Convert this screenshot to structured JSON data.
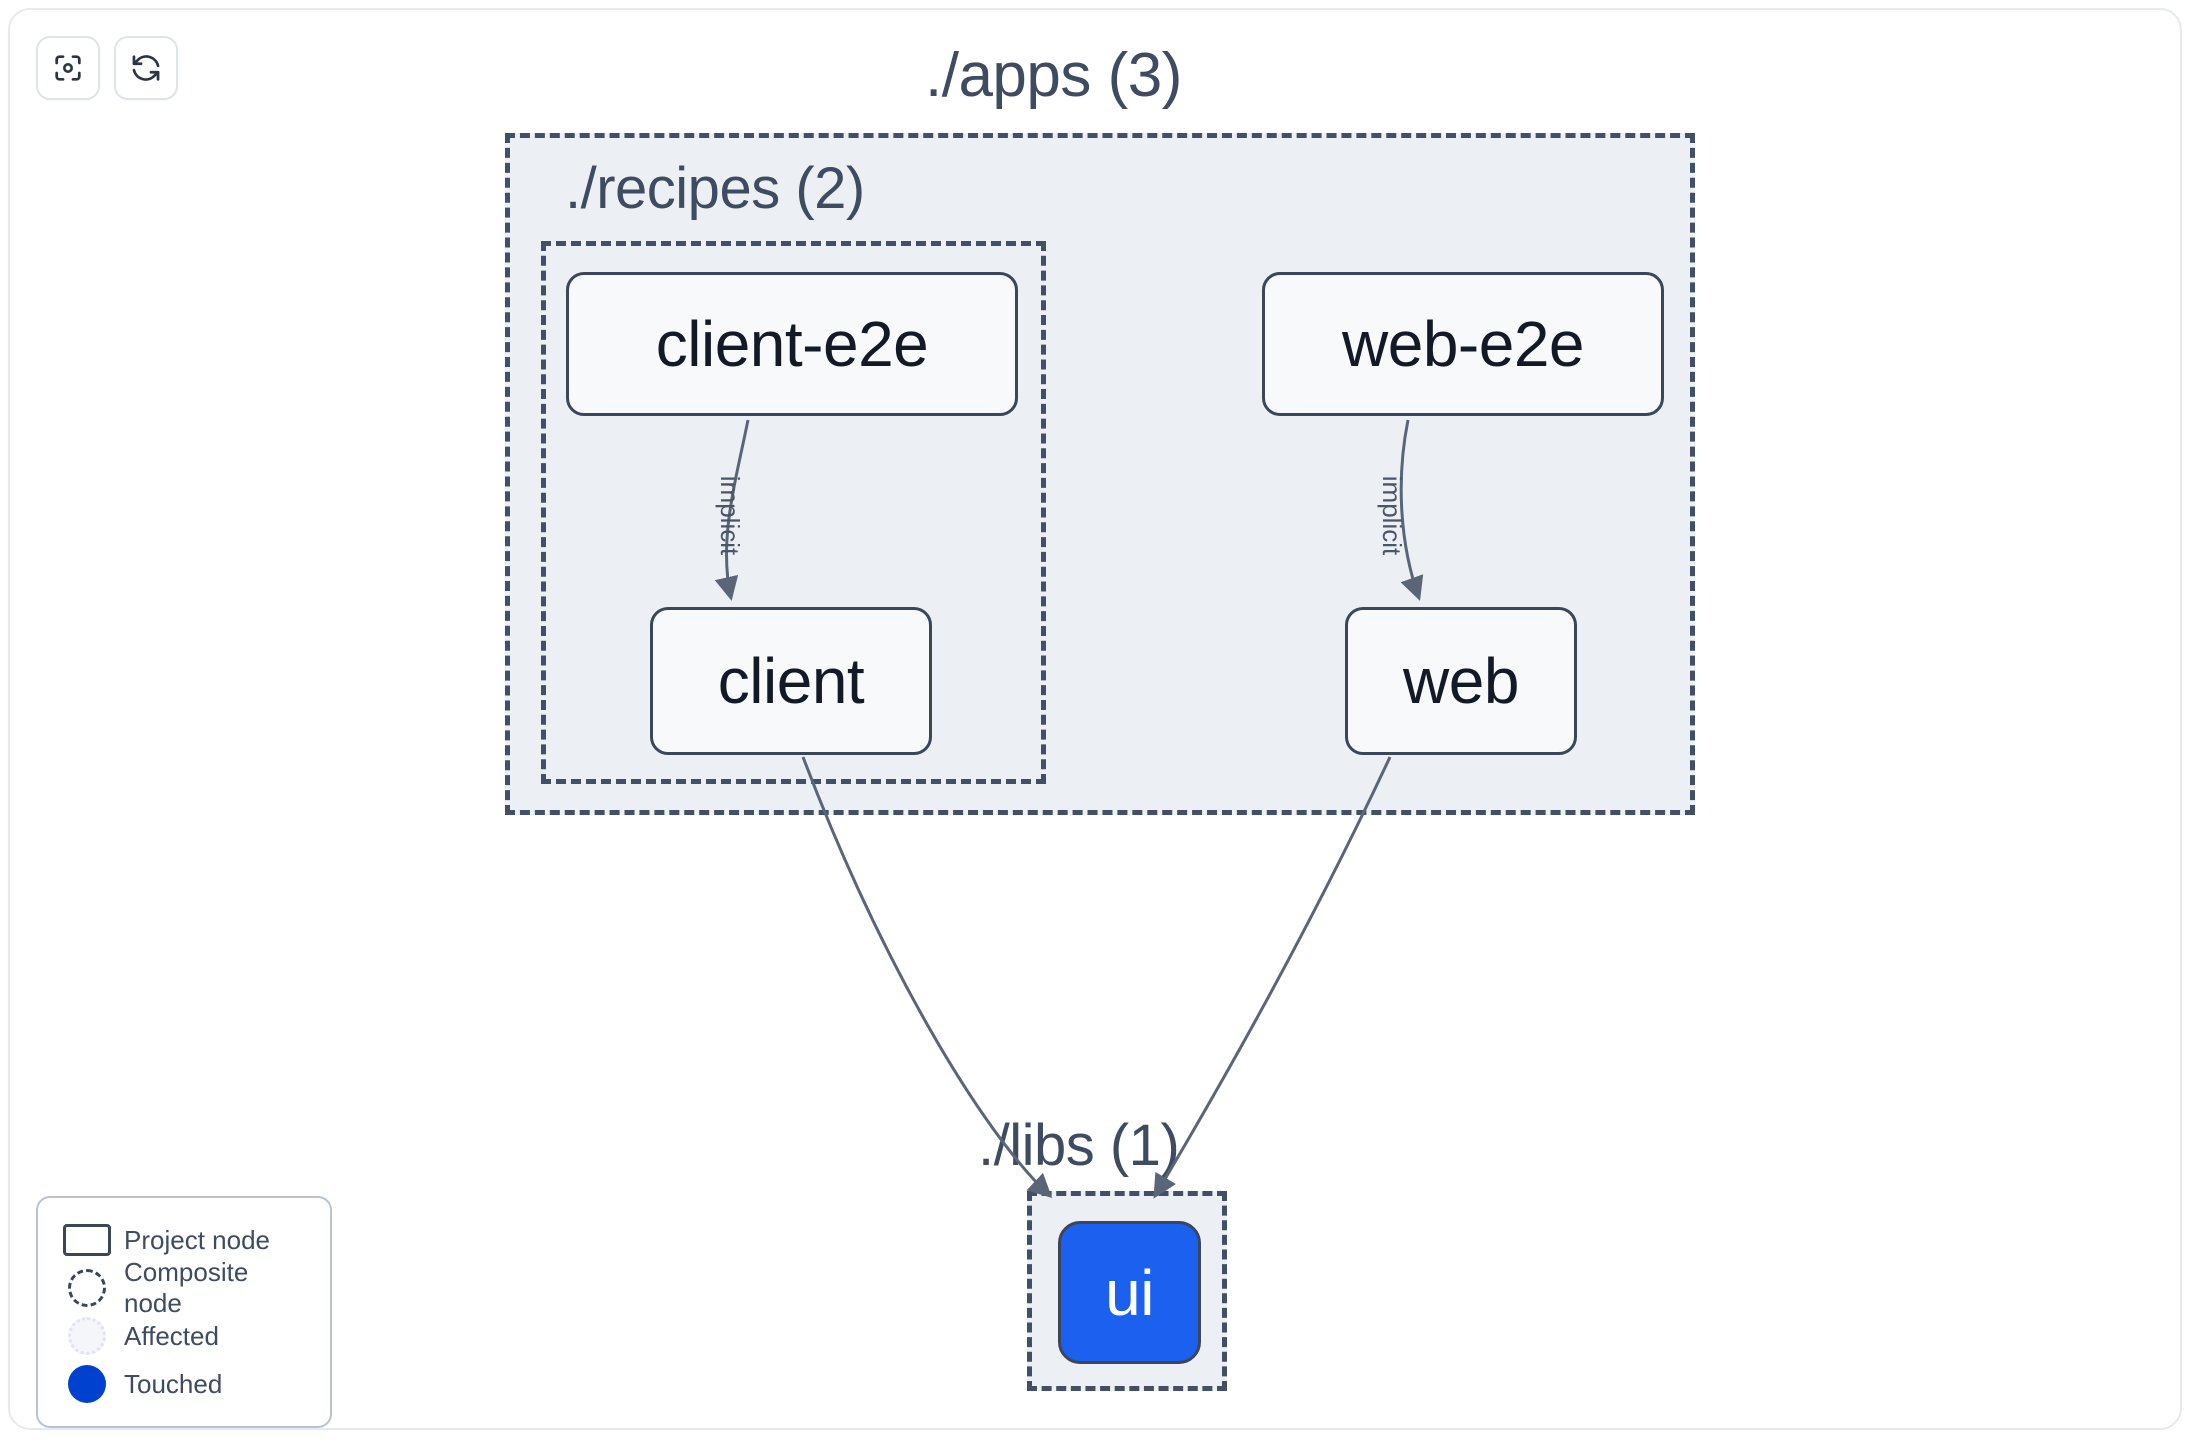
{
  "toolbar": {
    "buttons": [
      {
        "name": "focus-graph-button",
        "icon": "focus-target-icon",
        "label": ""
      },
      {
        "name": "refresh-graph-button",
        "icon": "refresh-icon",
        "label": ""
      }
    ]
  },
  "graph": {
    "groups": [
      {
        "id": "apps",
        "label": "./apps (3)",
        "count": 3,
        "kind": "composite"
      },
      {
        "id": "recipes",
        "label": "./recipes (2)",
        "count": 2,
        "kind": "composite"
      },
      {
        "id": "libs",
        "label": "./libs (1)",
        "count": 1,
        "kind": "composite"
      }
    ],
    "nodes": [
      {
        "id": "client-e2e",
        "label": "client-e2e",
        "group": "recipes",
        "state": "project"
      },
      {
        "id": "client",
        "label": "client",
        "group": "recipes",
        "state": "project"
      },
      {
        "id": "web-e2e",
        "label": "web-e2e",
        "group": "apps",
        "state": "project"
      },
      {
        "id": "web",
        "label": "web",
        "group": "apps",
        "state": "project"
      },
      {
        "id": "ui",
        "label": "ui",
        "group": "libs",
        "state": "touched"
      }
    ],
    "edges": [
      {
        "from": "client-e2e",
        "to": "client",
        "label": "implicit"
      },
      {
        "from": "web-e2e",
        "to": "web",
        "label": "implicit"
      },
      {
        "from": "client",
        "to": "ui",
        "label": ""
      },
      {
        "from": "web",
        "to": "ui",
        "label": ""
      }
    ]
  },
  "legend": {
    "items": [
      {
        "glyph": "project-node-glyph",
        "label": "Project node"
      },
      {
        "glyph": "composite-node-glyph",
        "label": "Composite node"
      },
      {
        "glyph": "affected-glyph",
        "label": "Affected"
      },
      {
        "glyph": "touched-glyph",
        "label": "Touched"
      }
    ]
  },
  "colors": {
    "touched": "#1b60ee",
    "legend_touched": "#0041d0",
    "group_fill": "#ecf0f5",
    "group_border": "#424f67",
    "node_border": "#3b4758",
    "node_fill": "#f7f9fb",
    "text": "#3f4b60",
    "edge": "#5a6577"
  }
}
